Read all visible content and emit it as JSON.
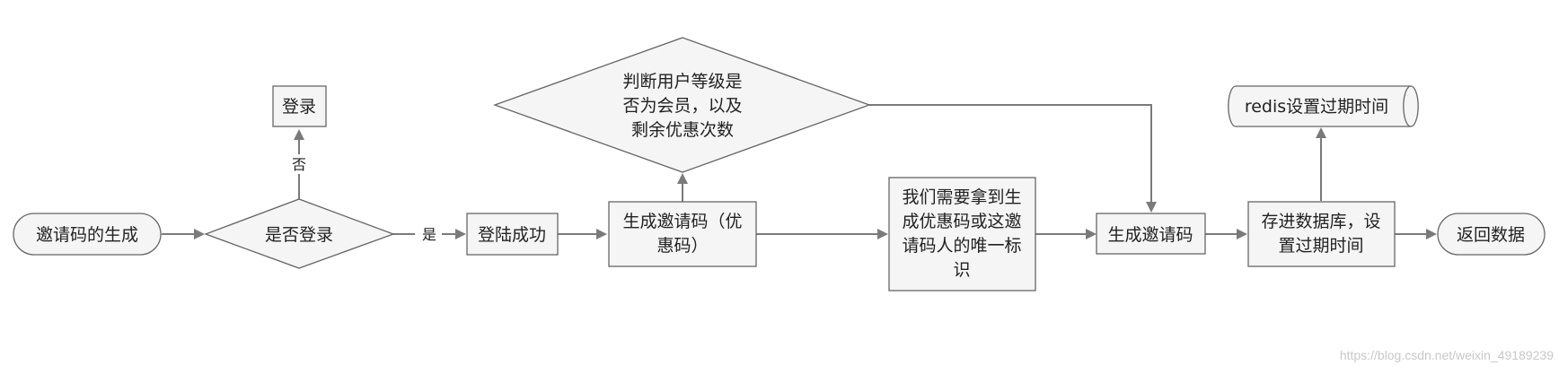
{
  "colors": {
    "node_fill": "#f5f5f5",
    "node_stroke": "#666666",
    "edge": "#7a7a7a",
    "text": "#222222",
    "watermark": "#c8c8c8"
  },
  "nodes": {
    "start": {
      "shape": "terminal",
      "lines": [
        "邀请码的生成"
      ]
    },
    "is_logged_in": {
      "shape": "decision",
      "lines": [
        "是否登录"
      ]
    },
    "login": {
      "shape": "process",
      "lines": [
        "登录"
      ]
    },
    "login_success": {
      "shape": "process",
      "lines": [
        "登陆成功"
      ]
    },
    "generate_code": {
      "shape": "process",
      "lines": [
        "生成邀请码（优",
        "惠码）"
      ]
    },
    "check_level": {
      "shape": "decision",
      "lines": [
        "判断用户等级是",
        "否为会员，以及",
        "剩余优惠次数"
      ]
    },
    "need_id": {
      "shape": "process",
      "lines": [
        "我们需要拿到生",
        "成优惠码或这邀",
        "请码人的唯一标",
        "识"
      ]
    },
    "generate_code_2": {
      "shape": "process",
      "lines": [
        "生成邀请码"
      ]
    },
    "save_db": {
      "shape": "process",
      "lines": [
        "存进数据库，设",
        "置过期时间"
      ]
    },
    "redis": {
      "shape": "storage",
      "lines": [
        "redis设置过期时间"
      ]
    },
    "return_data": {
      "shape": "terminal",
      "lines": [
        "返回数据"
      ]
    }
  },
  "edges": {
    "no_label": "否",
    "yes_label": "是"
  },
  "watermark": "https://blog.csdn.net/weixin_49189239"
}
